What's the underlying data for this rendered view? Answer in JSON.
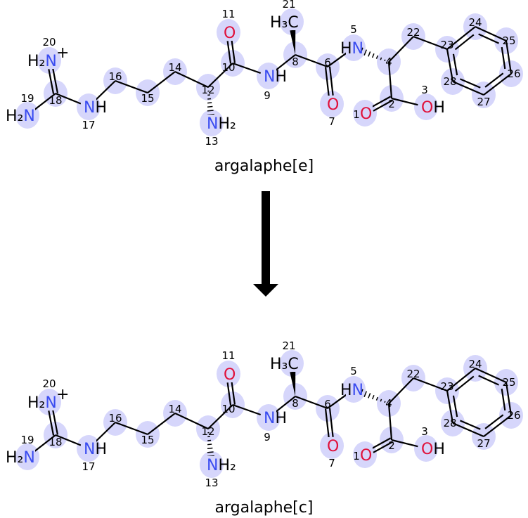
{
  "colors": {
    "highlight": "#d6d6fb",
    "nitrogen": "#3a4cf0",
    "oxygen": "#e0103a",
    "carbon": "#000000",
    "bond": "#000000"
  },
  "reaction_arrow": {
    "icon": "down-arrow-icon"
  },
  "molecules": [
    {
      "name": "argalaphe[e]"
    },
    {
      "name": "argalaphe[c]"
    }
  ],
  "atoms": [
    {
      "idx": "1",
      "el": "O",
      "pre": "",
      "suf": "",
      "charge": ""
    },
    {
      "idx": "2",
      "el": "",
      "pre": "",
      "suf": "",
      "charge": ""
    },
    {
      "idx": "3",
      "el": "O",
      "pre": "",
      "suf": "H",
      "charge": ""
    },
    {
      "idx": "4",
      "el": "",
      "pre": "",
      "suf": "",
      "charge": ""
    },
    {
      "idx": "5",
      "el": "N",
      "pre": "H",
      "suf": "",
      "charge": ""
    },
    {
      "idx": "6",
      "el": "",
      "pre": "",
      "suf": "",
      "charge": ""
    },
    {
      "idx": "7",
      "el": "O",
      "pre": "",
      "suf": "",
      "charge": ""
    },
    {
      "idx": "8",
      "el": "",
      "pre": "",
      "suf": "",
      "charge": ""
    },
    {
      "idx": "9",
      "el": "N",
      "pre": "",
      "suf": "H",
      "charge": ""
    },
    {
      "idx": "10",
      "el": "",
      "pre": "",
      "suf": "",
      "charge": ""
    },
    {
      "idx": "11",
      "el": "O",
      "pre": "",
      "suf": "",
      "charge": ""
    },
    {
      "idx": "12",
      "el": "",
      "pre": "",
      "suf": "",
      "charge": ""
    },
    {
      "idx": "13",
      "el": "N",
      "pre": "",
      "suf": "H₂",
      "charge": ""
    },
    {
      "idx": "14",
      "el": "",
      "pre": "",
      "suf": "",
      "charge": ""
    },
    {
      "idx": "15",
      "el": "",
      "pre": "",
      "suf": "",
      "charge": ""
    },
    {
      "idx": "16",
      "el": "",
      "pre": "",
      "suf": "",
      "charge": ""
    },
    {
      "idx": "17",
      "el": "N",
      "pre": "",
      "suf": "H",
      "charge": ""
    },
    {
      "idx": "18",
      "el": "",
      "pre": "",
      "suf": "",
      "charge": ""
    },
    {
      "idx": "19",
      "el": "N",
      "pre": "H₂",
      "suf": "",
      "charge": ""
    },
    {
      "idx": "20",
      "el": "N",
      "pre": "H₂",
      "suf": "",
      "charge": "+"
    },
    {
      "idx": "21",
      "el": "C",
      "pre": "H₃",
      "suf": "",
      "charge": ""
    },
    {
      "idx": "22",
      "el": "",
      "pre": "",
      "suf": "",
      "charge": ""
    },
    {
      "idx": "23",
      "el": "",
      "pre": "",
      "suf": "",
      "charge": ""
    },
    {
      "idx": "24",
      "el": "",
      "pre": "",
      "suf": "",
      "charge": ""
    },
    {
      "idx": "25",
      "el": "",
      "pre": "",
      "suf": "",
      "charge": ""
    },
    {
      "idx": "26",
      "el": "",
      "pre": "",
      "suf": "",
      "charge": ""
    },
    {
      "idx": "27",
      "el": "",
      "pre": "",
      "suf": "",
      "charge": ""
    },
    {
      "idx": "28",
      "el": "",
      "pre": "",
      "suf": "",
      "charge": ""
    }
  ],
  "bonds": [
    {
      "a": "1",
      "b": "2",
      "type": "double"
    },
    {
      "a": "2",
      "b": "3",
      "type": "single"
    },
    {
      "a": "2",
      "b": "4",
      "type": "single"
    },
    {
      "a": "4",
      "b": "5",
      "type": "hash"
    },
    {
      "a": "5",
      "b": "6",
      "type": "single"
    },
    {
      "a": "6",
      "b": "7",
      "type": "double"
    },
    {
      "a": "6",
      "b": "8",
      "type": "single"
    },
    {
      "a": "8",
      "b": "21",
      "type": "wedge"
    },
    {
      "a": "8",
      "b": "9",
      "type": "single"
    },
    {
      "a": "9",
      "b": "10",
      "type": "single"
    },
    {
      "a": "10",
      "b": "11",
      "type": "double"
    },
    {
      "a": "10",
      "b": "12",
      "type": "single"
    },
    {
      "a": "12",
      "b": "13",
      "type": "hash"
    },
    {
      "a": "12",
      "b": "14",
      "type": "single"
    },
    {
      "a": "14",
      "b": "15",
      "type": "single"
    },
    {
      "a": "15",
      "b": "16",
      "type": "single"
    },
    {
      "a": "16",
      "b": "17",
      "type": "single"
    },
    {
      "a": "17",
      "b": "18",
      "type": "single"
    },
    {
      "a": "18",
      "b": "20",
      "type": "double"
    },
    {
      "a": "18",
      "b": "19",
      "type": "single"
    },
    {
      "a": "4",
      "b": "22",
      "type": "single"
    },
    {
      "a": "22",
      "b": "23",
      "type": "single"
    },
    {
      "a": "23",
      "b": "24",
      "type": "aromatic"
    },
    {
      "a": "24",
      "b": "25",
      "type": "aromatic"
    },
    {
      "a": "25",
      "b": "26",
      "type": "aromatic"
    },
    {
      "a": "26",
      "b": "27",
      "type": "aromatic"
    },
    {
      "a": "27",
      "b": "28",
      "type": "aromatic"
    },
    {
      "a": "28",
      "b": "23",
      "type": "aromatic"
    }
  ]
}
